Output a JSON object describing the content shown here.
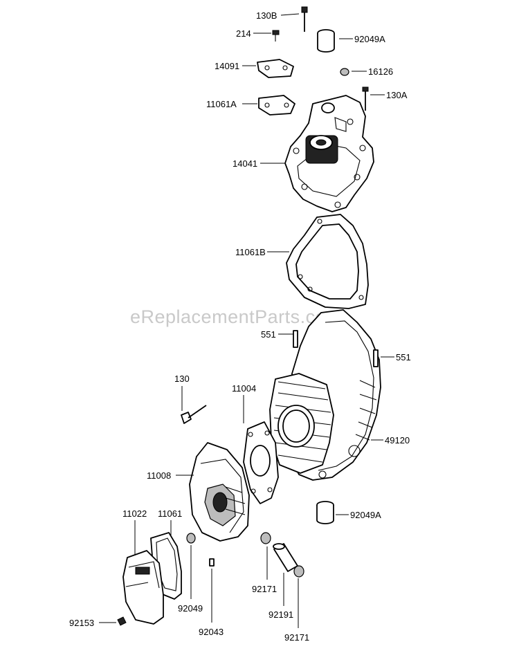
{
  "watermark": "eReplacementParts.com",
  "parts": [
    {
      "id": "130B",
      "label": "130B"
    },
    {
      "id": "214",
      "label": "214"
    },
    {
      "id": "92049A-top",
      "label": "92049A"
    },
    {
      "id": "14091",
      "label": "14091"
    },
    {
      "id": "16126",
      "label": "16126"
    },
    {
      "id": "130A",
      "label": "130A"
    },
    {
      "id": "11061A",
      "label": "11061A"
    },
    {
      "id": "14041",
      "label": "14041"
    },
    {
      "id": "11061B",
      "label": "11061B"
    },
    {
      "id": "551-left",
      "label": "551"
    },
    {
      "id": "551-right",
      "label": "551"
    },
    {
      "id": "130",
      "label": "130"
    },
    {
      "id": "11004",
      "label": "11004"
    },
    {
      "id": "49120",
      "label": "49120"
    },
    {
      "id": "11008",
      "label": "11008"
    },
    {
      "id": "92049A-bottom",
      "label": "92049A"
    },
    {
      "id": "11022",
      "label": "11022"
    },
    {
      "id": "11061",
      "label": "11061"
    },
    {
      "id": "92171-mid",
      "label": "92171"
    },
    {
      "id": "92049",
      "label": "92049"
    },
    {
      "id": "92191",
      "label": "92191"
    },
    {
      "id": "92153",
      "label": "92153"
    },
    {
      "id": "92043",
      "label": "92043"
    },
    {
      "id": "92171-bottom",
      "label": "92171"
    }
  ]
}
